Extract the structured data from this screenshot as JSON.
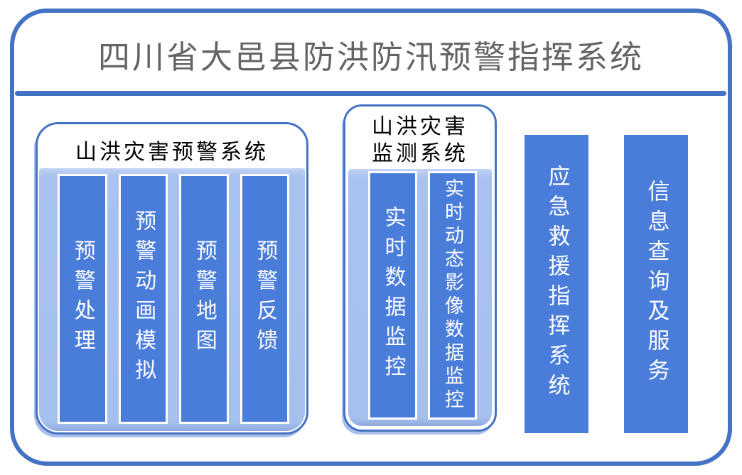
{
  "title": "四川省大邑县防洪防汛预警指挥系统",
  "groups": [
    {
      "header": "山洪灾害预警系统",
      "bars": [
        "预警处理",
        "预警动画模拟",
        "预警地图",
        "预警反馈"
      ]
    },
    {
      "header": "山洪灾害监测系统",
      "header_lines": [
        "山洪灾害",
        "监测系统"
      ],
      "bars": [
        "实时数据监控",
        "实时动态影像数据监控"
      ]
    }
  ],
  "standalone_bars": [
    "应急救援指挥系统",
    "信息查询及服务"
  ],
  "colors": {
    "frame_border": "#4472C4",
    "bar_fill": "#4A7CDA",
    "panel_light": "#A6C0EE",
    "panel_shadow": "#AABFE9",
    "title_text": "#646464",
    "bar_text": "#FFFFFF",
    "header_text": "#000000"
  }
}
